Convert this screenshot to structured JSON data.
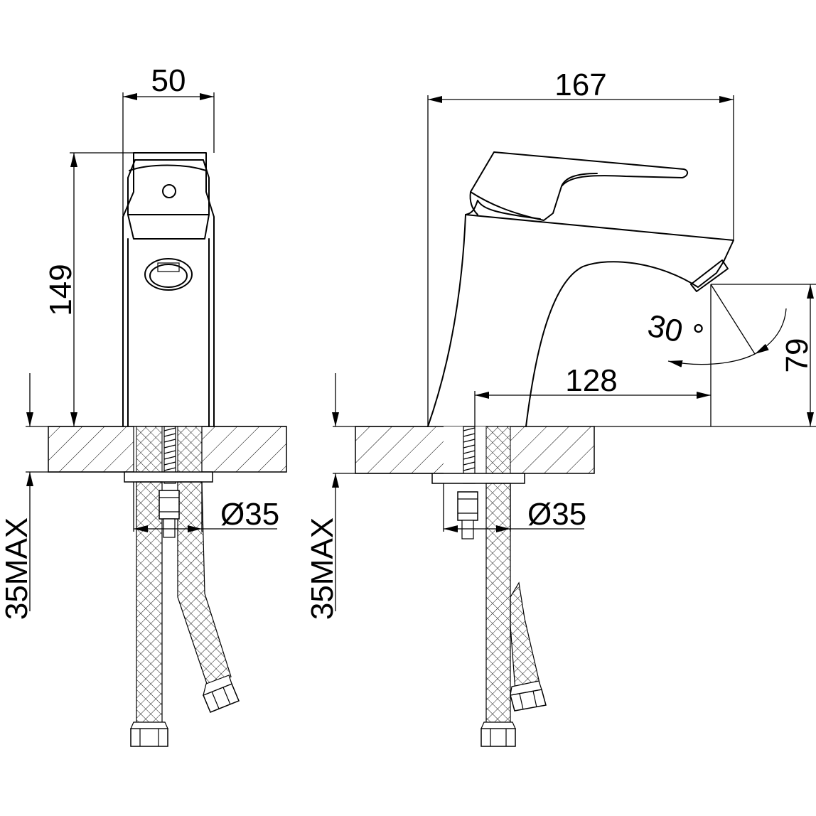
{
  "front_view": {
    "width_label": "50",
    "height_label": "149",
    "diameter_label": "Ø35",
    "max_thickness_label": "35MAX"
  },
  "side_view": {
    "length_label": "167",
    "reach_label": "128",
    "spout_height_label": "79",
    "angle_label": "30 °",
    "diameter_label": "Ø35",
    "max_thickness_label": "35MAX"
  }
}
